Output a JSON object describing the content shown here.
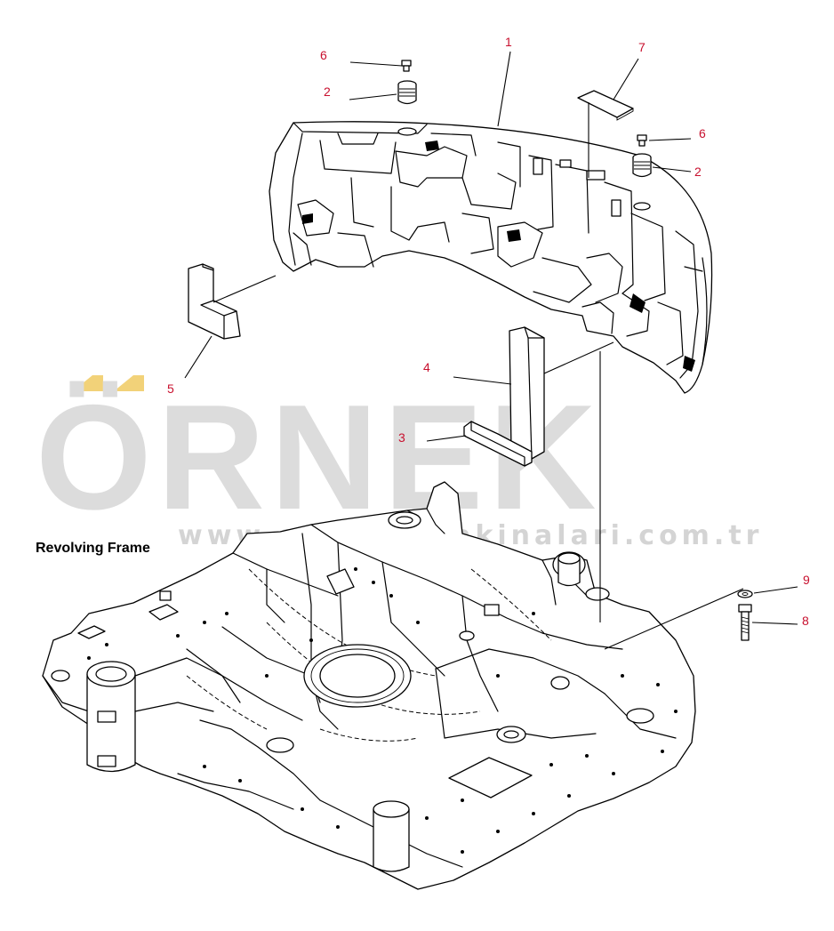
{
  "frame_label": "Revolving Frame",
  "watermark": {
    "brand": "ÖRNEK",
    "url": "www.orpekismakinalari.com.tr",
    "accent_color": "#f2d279",
    "text_color": "#dcdcdc"
  },
  "callouts": [
    {
      "id": "c1",
      "label": "1"
    },
    {
      "id": "c6a",
      "label": "6"
    },
    {
      "id": "c2a",
      "label": "2"
    },
    {
      "id": "c7",
      "label": "7"
    },
    {
      "id": "c6b",
      "label": "6"
    },
    {
      "id": "c2b",
      "label": "2"
    },
    {
      "id": "c5",
      "label": "5"
    },
    {
      "id": "c4",
      "label": "4"
    },
    {
      "id": "c3",
      "label": "3"
    },
    {
      "id": "c9",
      "label": "9"
    },
    {
      "id": "c8",
      "label": "8"
    }
  ],
  "colors": {
    "callout_text": "#c8102e",
    "line": "#000000"
  }
}
